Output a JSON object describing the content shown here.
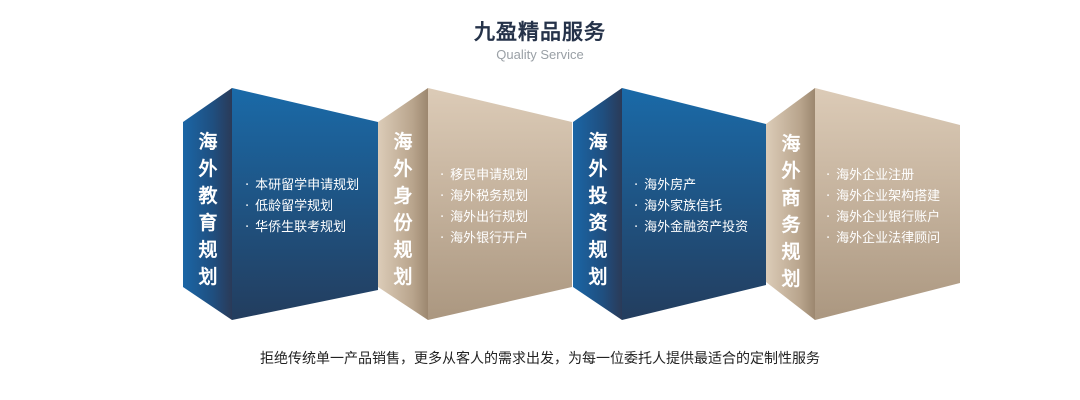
{
  "header": {
    "title": "九盈精品服务",
    "subtitle": "Quality Service"
  },
  "colors": {
    "blue_top": "#1a6aa8",
    "blue_bottom": "#233d5e",
    "beige_top": "#dccbb7",
    "beige_bottom": "#ae9a82",
    "title": "#253249"
  },
  "blocks": [
    {
      "theme": "blue",
      "title_chars": [
        "海",
        "外",
        "教",
        "育",
        "规",
        "划"
      ],
      "title": "海外教育规划",
      "items": [
        "本研留学申请规划",
        "低龄留学规划",
        "华侨生联考规划"
      ]
    },
    {
      "theme": "beige",
      "title_chars": [
        "海",
        "外",
        "身",
        "份",
        "规",
        "划"
      ],
      "title": "海外身份规划",
      "items": [
        "移民申请规划",
        "海外税务规划",
        "海外出行规划",
        "海外银行开户"
      ]
    },
    {
      "theme": "blue",
      "title_chars": [
        "海",
        "外",
        "投",
        "资",
        "规",
        "划"
      ],
      "title": "海外投资规划",
      "items": [
        "海外房产",
        "海外家族信托",
        "海外金融资产投资"
      ]
    },
    {
      "theme": "beige",
      "title_chars": [
        "海",
        "外",
        "商",
        "务",
        "规",
        "划"
      ],
      "title": "海外商务规划",
      "items": [
        "海外企业注册",
        "海外企业架构搭建",
        "海外企业银行账户",
        "海外企业法律顾问"
      ]
    }
  ],
  "footer": {
    "tagline": "拒绝传统单一产品销售，更多从客人的需求出发，为每一位委托人提供最适合的定制性服务"
  }
}
